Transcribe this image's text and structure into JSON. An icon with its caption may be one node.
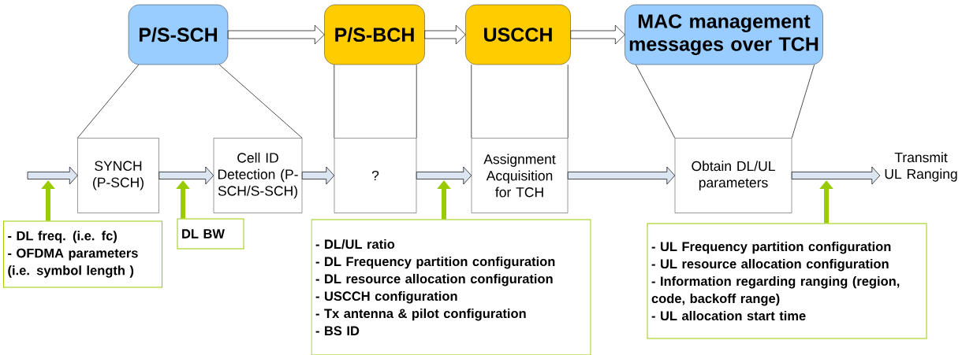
{
  "diagram": {
    "nodes": [
      {
        "text": [
          "P/S-SCH"
        ]
      },
      {
        "text": [
          "P/S-BCH"
        ]
      },
      {
        "text": [
          "USCCH"
        ]
      },
      {
        "text": [
          "MAC management messages over TCH"
        ]
      },
      {
        "text": [
          "SYNCH (P-SCH)"
        ]
      },
      {
        "text": [
          "Cell ID Detection (P-SCH/S-SCH)"
        ]
      },
      {
        "text": [
          "?"
        ]
      },
      {
        "text": [
          "Assignment Acquisition for TCH"
        ]
      },
      {
        "text": [
          "Obtain DL/UL parameters"
        ]
      },
      {
        "text": [
          "Transmit UL Ranging"
        ]
      },
      {
        "text": [
          "- DL freq. (i.e. fc)",
          "- OFDMA parameters (i.e. symbol length )"
        ]
      },
      {
        "text": [
          "DL BW"
        ]
      },
      {
        "text": [
          "- DL/UL ratio",
          "- DL Frequency partition configuration",
          "- DL resource allocation configuration",
          "- USCCH configuration",
          "- Tx antenna  & pilot configuration",
          "- BS ID"
        ]
      },
      {
        "text": [
          "- UL Frequency partition configuration",
          "- UL resource allocation configuration",
          "- Information regarding ranging (region, code, backoff range)",
          "- UL allocation start time"
        ]
      }
    ],
    "edges": [
      {
        "from": 0,
        "to": 1,
        "arrow": "to"
      },
      {
        "from": 1,
        "to": 2,
        "arrow": "to"
      },
      {
        "from": 2,
        "to": 3,
        "arrow": "to"
      },
      {
        "from": 0,
        "to": 4,
        "arrow": "none"
      },
      {
        "from": 0,
        "to": 5,
        "arrow": "none"
      },
      {
        "from": 1,
        "to": 6,
        "arrow": "none"
      },
      {
        "from": 2,
        "to": 7,
        "arrow": "none"
      },
      {
        "from": 3,
        "to": 8,
        "arrow": "none"
      },
      {
        "from": null,
        "to": 4,
        "arrow": "to"
      },
      {
        "from": 4,
        "to": 5,
        "arrow": "to"
      },
      {
        "from": 5,
        "to": 6,
        "arrow": "to"
      },
      {
        "from": 6,
        "to": 7,
        "arrow": "to"
      },
      {
        "from": 7,
        "to": 8,
        "arrow": "to"
      },
      {
        "from": 8,
        "to": 9,
        "arrow": "to"
      },
      {
        "from": 10,
        "to": null,
        "arrow": "to",
        "style": "thick",
        "color": "#99cc00"
      },
      {
        "from": 11,
        "to": null,
        "arrow": "to",
        "style": "thick",
        "color": "#99cc00"
      },
      {
        "from": 12,
        "to": null,
        "arrow": "to",
        "style": "thick",
        "color": "#99cc00"
      },
      {
        "from": 13,
        "to": null,
        "arrow": "to",
        "style": "thick",
        "color": "#99cc00"
      }
    ]
  }
}
